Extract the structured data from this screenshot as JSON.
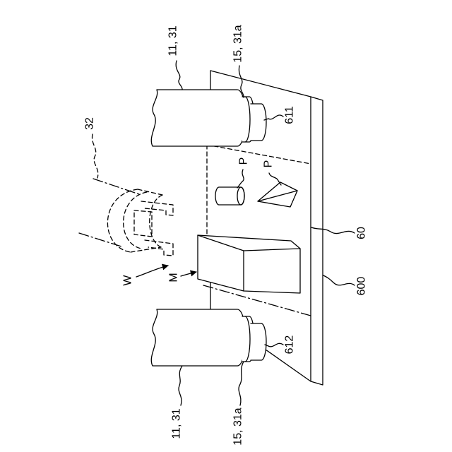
{
  "figure": {
    "labels": {
      "camera_top": "11, 31",
      "lens_top": "15, 31a",
      "lens_top_number": "611",
      "gripper": "32",
      "object_cylinder": "P",
      "object_pyramid": "P",
      "region": "60",
      "plate": "600",
      "workpiece": "W",
      "box": "M",
      "lens_bottom_number": "612",
      "camera_bottom": "11, 31",
      "lens_bottom": "15, 31a"
    }
  }
}
